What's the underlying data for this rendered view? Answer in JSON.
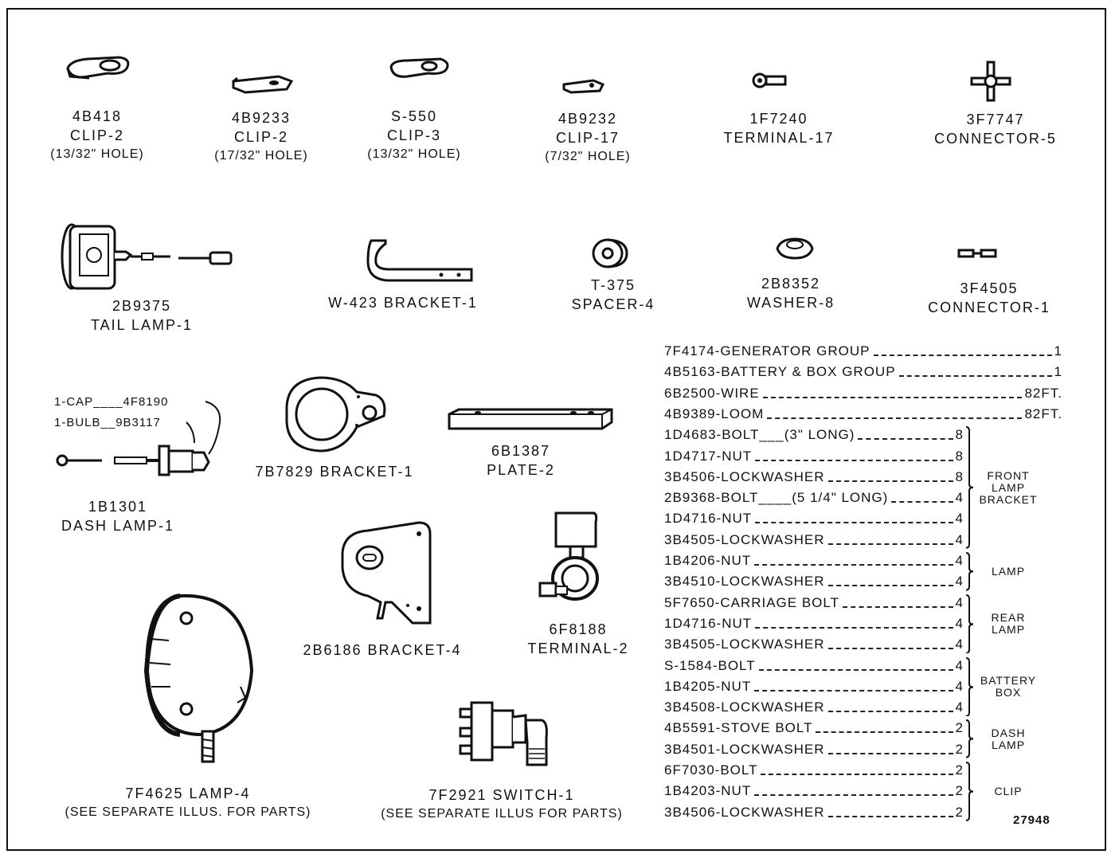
{
  "parts_top": [
    {
      "number": "4B418",
      "name": "CLIP-2",
      "note": "(13/32\" HOLE)"
    },
    {
      "number": "4B9233",
      "name": "CLIP-2",
      "note": "(17/32\" HOLE)"
    },
    {
      "number": "S-550",
      "name": "CLIP-3",
      "note": "(13/32\" HOLE)"
    },
    {
      "number": "4B9232",
      "name": "CLIP-17",
      "note": "(7/32\" HOLE)"
    },
    {
      "number": "1F7240",
      "name": "TERMINAL-17"
    },
    {
      "number": "3F7747",
      "name": "CONNECTOR-5"
    }
  ],
  "parts_middle": [
    {
      "number": "2B9375",
      "name": "TAIL LAMP-1"
    },
    {
      "label": "W-423 BRACKET-1"
    },
    {
      "number": "T-375",
      "name": "SPACER-4"
    },
    {
      "number": "2B8352",
      "name": "WASHER-8"
    },
    {
      "number": "3F4505",
      "name": "CONNECTOR-1"
    }
  ],
  "dash_lamp": {
    "callouts": [
      "1-CAP____4F8190",
      "1-BULB__9B3117"
    ],
    "number": "1B1301",
    "name": "DASH LAMP-1"
  },
  "bracket_7b": {
    "label": "7B7829 BRACKET-1"
  },
  "plate": {
    "number": "6B1387",
    "name": "PLATE-2"
  },
  "bracket_2b": {
    "label": "2B6186 BRACKET-4"
  },
  "terminal_6f": {
    "number": "6F8188",
    "name": "TERMINAL-2"
  },
  "lamp_7f": {
    "label": "7F4625 LAMP-4",
    "note": "(SEE SEPARATE ILLUS. FOR PARTS)"
  },
  "switch_7f": {
    "label": "7F2921 SWITCH-1",
    "note": "(SEE SEPARATE ILLUS FOR PARTS)"
  },
  "parts_list": [
    {
      "part": "7F4174-GENERATOR GROUP",
      "qty": "1"
    },
    {
      "part": "4B5163-BATTERY & BOX GROUP",
      "qty": "1"
    },
    {
      "part": "6B2500-WIRE",
      "qty": "82FT."
    },
    {
      "part": "4B9389-LOOM",
      "qty": "82FT."
    },
    {
      "part": "1D4683-BOLT___(3\" LONG)",
      "qty": "8"
    },
    {
      "part": "1D4717-NUT",
      "qty": "8"
    },
    {
      "part": "3B4506-LOCKWASHER",
      "qty": "8"
    },
    {
      "part": "2B9368-BOLT____(5 1/4\" LONG)",
      "qty": "4"
    },
    {
      "part": "1D4716-NUT",
      "qty": "4"
    },
    {
      "part": "3B4505-LOCKWASHER",
      "qty": "4"
    },
    {
      "part": "1B4206-NUT",
      "qty": "4"
    },
    {
      "part": "3B4510-LOCKWASHER",
      "qty": "4"
    },
    {
      "part": "5F7650-CARRIAGE BOLT",
      "qty": "4"
    },
    {
      "part": "1D4716-NUT",
      "qty": "4"
    },
    {
      "part": "3B4505-LOCKWASHER",
      "qty": "4"
    },
    {
      "part": "S-1584-BOLT",
      "qty": "4"
    },
    {
      "part": "1B4205-NUT",
      "qty": "4"
    },
    {
      "part": "3B4508-LOCKWASHER",
      "qty": "4"
    },
    {
      "part": "4B5591-STOVE BOLT",
      "qty": "2"
    },
    {
      "part": "3B4501-LOCKWASHER",
      "qty": "2"
    },
    {
      "part": "6F7030-BOLT",
      "qty": "2"
    },
    {
      "part": "1B4203-NUT",
      "qty": "2"
    },
    {
      "part": "3B4506-LOCKWASHER",
      "qty": "2"
    }
  ],
  "groups": [
    {
      "label": "FRONT LAMP BRACKET",
      "lines": [
        "FRONT",
        "LAMP",
        "BRACKET"
      ]
    },
    {
      "label": "LAMP",
      "lines": [
        "LAMP"
      ]
    },
    {
      "label": "REAR LAMP",
      "lines": [
        "REAR",
        "LAMP"
      ]
    },
    {
      "label": "BATTERY BOX",
      "lines": [
        "BATTERY",
        "BOX"
      ]
    },
    {
      "label": "DASH LAMP",
      "lines": [
        "DASH",
        "LAMP"
      ]
    },
    {
      "label": "CLIP",
      "lines": [
        "CLIP"
      ]
    }
  ],
  "figure_number": "27948"
}
